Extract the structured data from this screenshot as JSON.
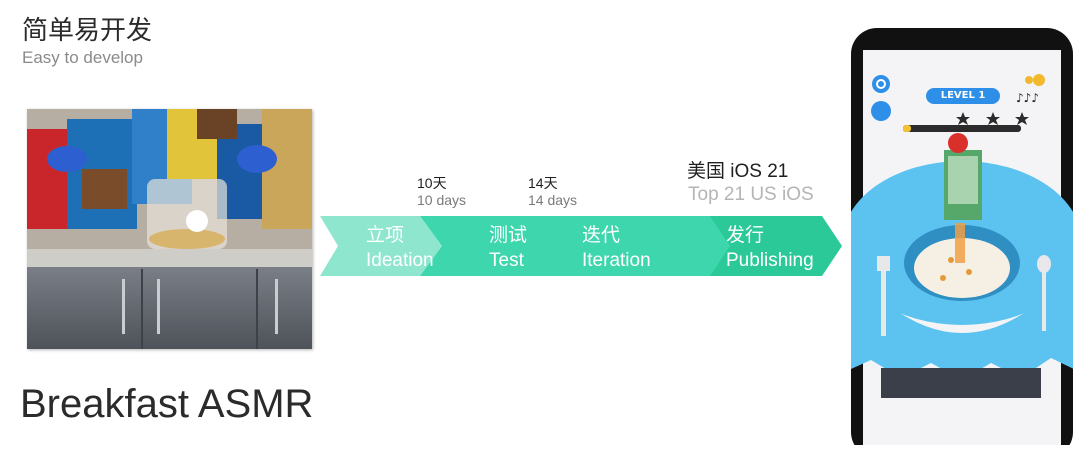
{
  "header": {
    "title_cn": "简单易开发",
    "title_en": "Easy to develop"
  },
  "game_title": "Breakfast ASMR",
  "durations": [
    {
      "cn": "10天",
      "en": "10 days"
    },
    {
      "cn": "14天",
      "en": "14 days"
    }
  ],
  "ranking": {
    "cn": "美国 iOS 21",
    "en": "Top 21 US iOS"
  },
  "stages": [
    {
      "cn": "立项",
      "en": "Ideation"
    },
    {
      "cn": "测试",
      "en": "Test"
    },
    {
      "cn": "迭代",
      "en": "Iteration"
    },
    {
      "cn": "发行",
      "en": "Publishing"
    }
  ],
  "phone_ui": {
    "level_label": "LEVEL 1",
    "stars_total": 3
  },
  "colors": {
    "accent_teal": "#2fd0a5",
    "accent_light": "#8ee6cf",
    "level_badge": "#2e8fe8",
    "table_blue": "#5cc3f0"
  }
}
